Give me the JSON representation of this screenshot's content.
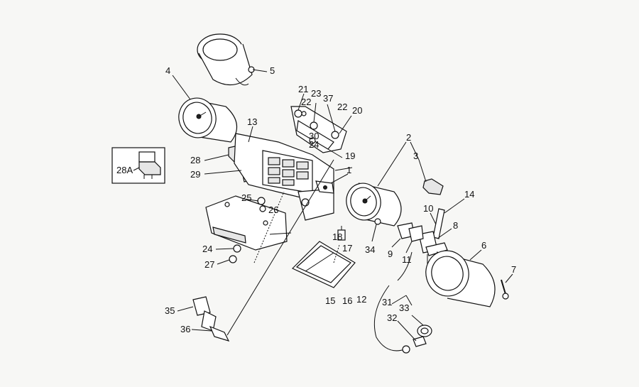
{
  "diagram": {
    "labels": [
      {
        "id": "l4",
        "text": "4"
      },
      {
        "id": "l5",
        "text": "5"
      },
      {
        "id": "l28a",
        "text": "28A"
      },
      {
        "id": "l13",
        "text": "13"
      },
      {
        "id": "l28",
        "text": "28"
      },
      {
        "id": "l29",
        "text": "29"
      },
      {
        "id": "l25",
        "text": "25"
      },
      {
        "id": "l26",
        "text": "26"
      },
      {
        "id": "l24a",
        "text": "24"
      },
      {
        "id": "l27",
        "text": "27"
      },
      {
        "id": "l35",
        "text": "35"
      },
      {
        "id": "l36",
        "text": "36"
      },
      {
        "id": "l21",
        "text": "21"
      },
      {
        "id": "l23",
        "text": "23"
      },
      {
        "id": "l22a",
        "text": "22"
      },
      {
        "id": "l37",
        "text": "37"
      },
      {
        "id": "l22b",
        "text": "22"
      },
      {
        "id": "l20",
        "text": "20"
      },
      {
        "id": "l30",
        "text": "30"
      },
      {
        "id": "l24b",
        "text": "24"
      },
      {
        "id": "l19",
        "text": "19"
      },
      {
        "id": "l1",
        "text": "1"
      },
      {
        "id": "l18",
        "text": "18"
      },
      {
        "id": "l17",
        "text": "17"
      },
      {
        "id": "l15",
        "text": "15"
      },
      {
        "id": "l16",
        "text": "16"
      },
      {
        "id": "l12",
        "text": "12"
      },
      {
        "id": "l2",
        "text": "2"
      },
      {
        "id": "l3",
        "text": "3"
      },
      {
        "id": "l14",
        "text": "14"
      },
      {
        "id": "l10",
        "text": "10"
      },
      {
        "id": "l8",
        "text": "8"
      },
      {
        "id": "l34",
        "text": "34"
      },
      {
        "id": "l9",
        "text": "9"
      },
      {
        "id": "l11",
        "text": "11"
      },
      {
        "id": "l6",
        "text": "6"
      },
      {
        "id": "l7",
        "text": "7"
      },
      {
        "id": "l31",
        "text": "31"
      },
      {
        "id": "l33",
        "text": "33"
      },
      {
        "id": "l32",
        "text": "32"
      }
    ]
  }
}
